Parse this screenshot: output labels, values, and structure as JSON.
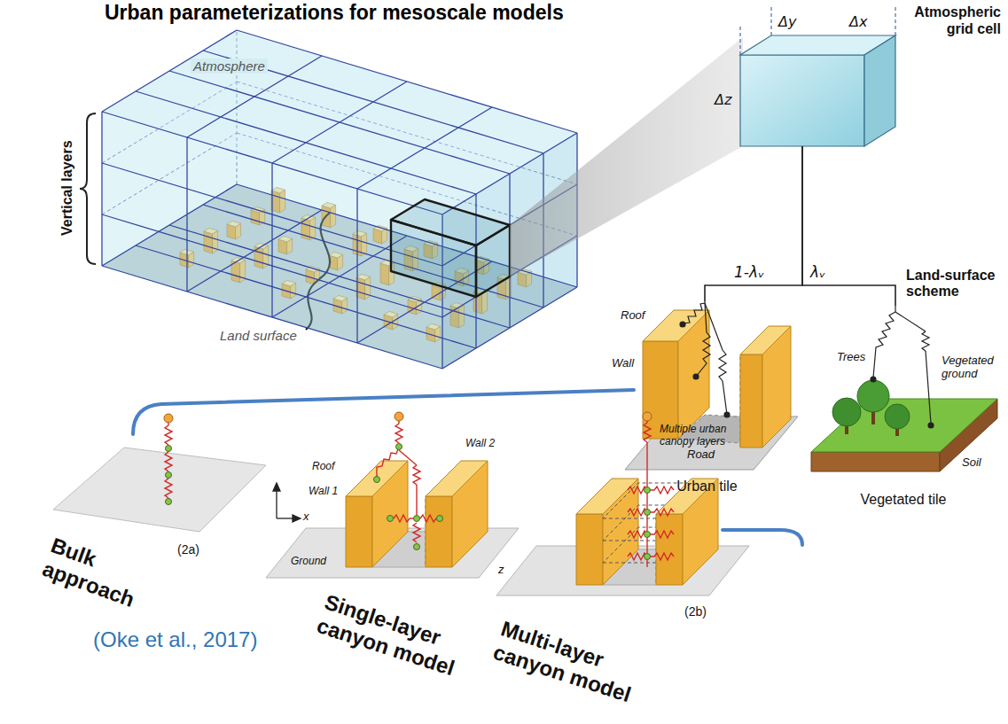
{
  "diagram": {
    "title": "Urban parameterizations for mesoscale models",
    "nodes": [
      {
        "text": [
          "Atmospheric grid cell"
        ]
      },
      {
        "text": [
          "Urban tile"
        ]
      },
      {
        "text": [
          "Vegetated tile"
        ]
      }
    ],
    "edges": [
      {
        "from": 0,
        "to": 1,
        "arrow": "none",
        "label": "1-λᵥ"
      },
      {
        "from": 0,
        "to": 2,
        "arrow": "none",
        "label": "λᵥ"
      }
    ],
    "labels": [
      "Atmosphere",
      "Vertical layers",
      "Land surface",
      "Δy",
      "Δx",
      "Δz",
      "Land-surface scheme",
      "Roof",
      "Wall",
      "Road",
      "Trees",
      "Vegetated ground",
      "Soil",
      "Bulk approach",
      "(2a)",
      "Roof",
      "Wall 1",
      "Wall 2",
      "Ground",
      "x",
      "z",
      "Single-layer canyon model",
      "Multiple urban canopy layers",
      "Multi-layer canyon model",
      "(2b)",
      "(Oke et al., 2017)"
    ]
  }
}
